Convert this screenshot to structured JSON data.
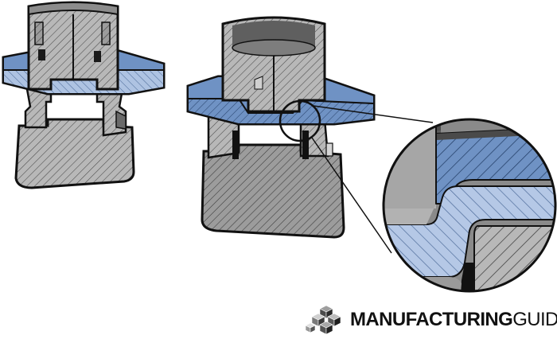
{
  "figure": {
    "subject": "fastener joint cross-sections with magnified detail",
    "colors": {
      "metal_light": "#b9b9b9",
      "metal_dark": "#9d9d9d",
      "metal_shadow": "#6f6f6f",
      "sheet_blue": "#6f92c4",
      "sheet_blue_light": "#a9c0e0",
      "outline": "#111111",
      "hatch": "#3a3a3a"
    }
  },
  "brand": {
    "name_strong": "MANUFACTURING",
    "name_light": "GUIDE",
    "icon": "cube-stack-logo-icon"
  }
}
